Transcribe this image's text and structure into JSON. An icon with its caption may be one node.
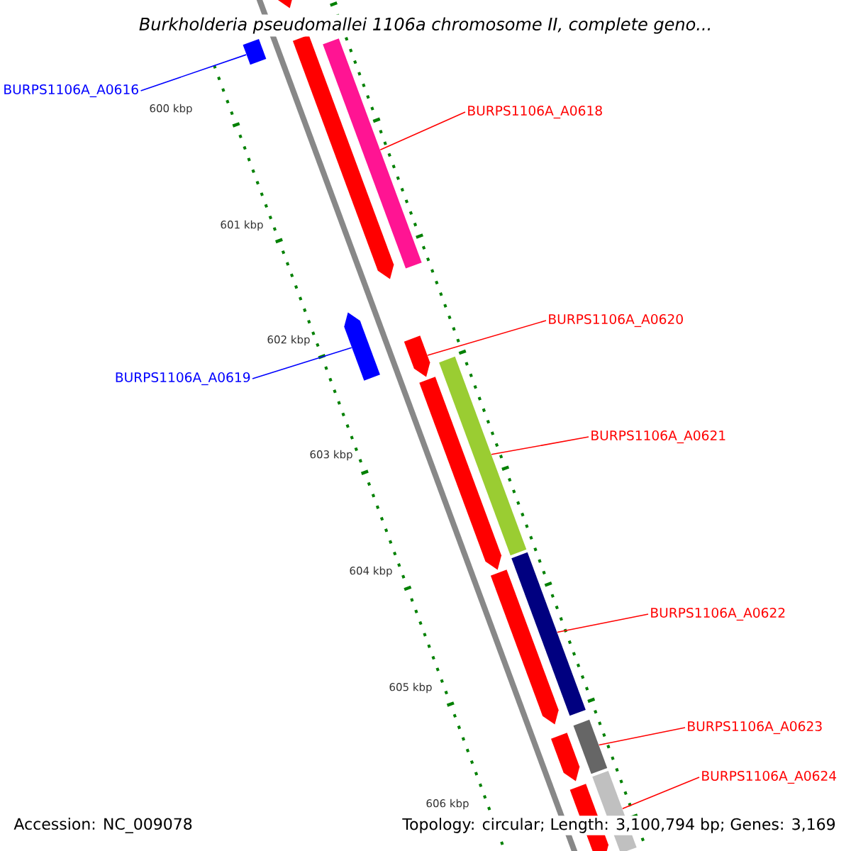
{
  "diagram": {
    "title": "Burkholderia pseudomallei 1106a chromosome II, complete geno...",
    "nodes": [
      {
        "text": [
          "BURPS1106A_A0616"
        ]
      },
      {
        "text": [
          "BURPS1106A_A0618"
        ]
      },
      {
        "text": [
          "BURPS1106A_A0620"
        ]
      },
      {
        "text": [
          "BURPS1106A_A0619"
        ]
      },
      {
        "text": [
          "BURPS1106A_A0621"
        ]
      },
      {
        "text": [
          "BURPS1106A_A0622"
        ]
      },
      {
        "text": [
          "BURPS1106A_A0623"
        ]
      },
      {
        "text": [
          "BURPS1106A_A0624"
        ]
      },
      {
        "text": [],
        "shape": "pentagon"
      },
      {
        "text": [],
        "shape": "bar"
      },
      {
        "text": [],
        "shape": "pentagon"
      },
      {
        "text": [],
        "shape": "bar"
      },
      {
        "text": [],
        "shape": "pentagon"
      },
      {
        "text": [],
        "shape": "pentagon"
      },
      {
        "text": [],
        "shape": "bar"
      },
      {
        "text": [],
        "shape": "pentagon"
      },
      {
        "text": [],
        "shape": "bar"
      },
      {
        "text": [],
        "shape": "pentagon"
      },
      {
        "text": [],
        "shape": "bar"
      },
      {
        "text": [],
        "shape": "pentagon"
      },
      {
        "text": [],
        "shape": "bar"
      },
      {
        "text": [],
        "shape": "pentagon"
      }
    ],
    "edges": [
      {
        "from": 0,
        "to": 9,
        "arrow": "none",
        "color": "#0000ff"
      },
      {
        "from": 1,
        "to": 11,
        "arrow": "none"
      },
      {
        "from": 2,
        "to": 13,
        "arrow": "none"
      },
      {
        "from": 3,
        "to": 12,
        "arrow": "none",
        "color": "#0000ff"
      },
      {
        "from": 4,
        "to": 14,
        "arrow": "none"
      },
      {
        "from": 5,
        "to": 16,
        "arrow": "none"
      },
      {
        "from": 6,
        "to": 18,
        "arrow": "none"
      },
      {
        "from": 7,
        "to": 20,
        "arrow": "none"
      }
    ],
    "labels": [
      "600 kbp",
      "601 kbp",
      "602 kbp",
      "603 kbp",
      "604 kbp",
      "605 kbp",
      "606 kbp",
      "Accession: NC_009078",
      "Topology: circular; Length: 3,100,794 bp; Genes: 3,169"
    ]
  }
}
